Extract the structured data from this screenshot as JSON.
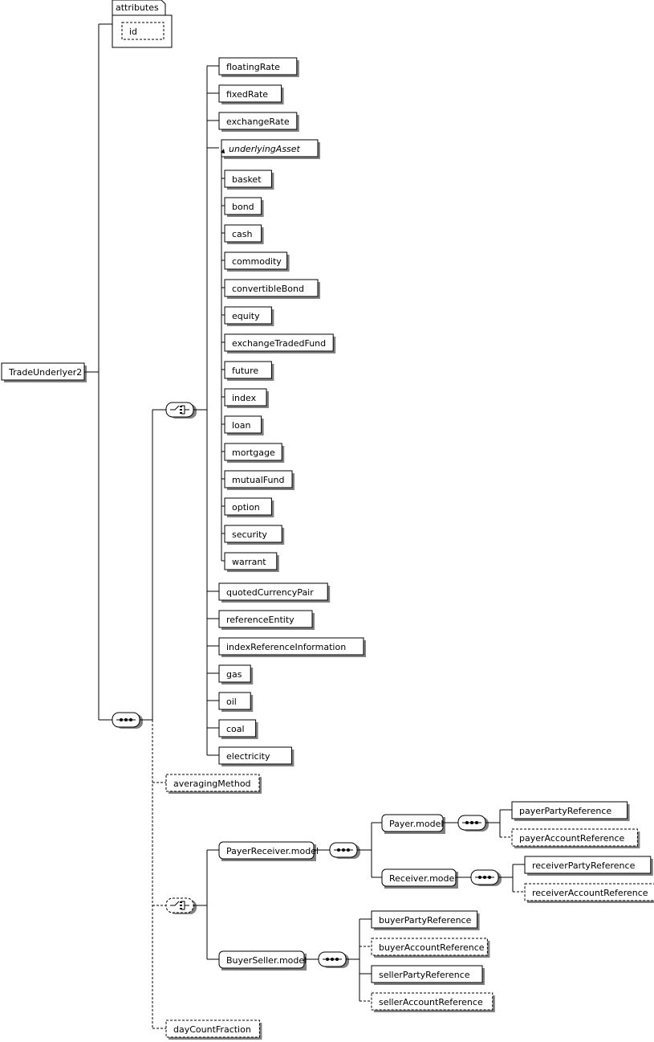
{
  "root": {
    "label": "TradeUnderlyer2"
  },
  "attributes": {
    "title": "attributes",
    "items": [
      "id"
    ]
  },
  "choice1": {
    "before": [
      "floatingRate",
      "fixedRate",
      "exchangeRate"
    ],
    "abstract": "underlyingAsset",
    "substitutes": [
      "basket",
      "bond",
      "cash",
      "commodity",
      "convertibleBond",
      "equity",
      "exchangeTradedFund",
      "future",
      "index",
      "loan",
      "mortgage",
      "mutualFund",
      "option",
      "security",
      "warrant"
    ],
    "after": [
      "quotedCurrencyPair",
      "referenceEntity",
      "indexReferenceInformation",
      "gas",
      "oil",
      "coal",
      "electricity"
    ]
  },
  "optional": {
    "averagingMethod": "averagingMethod",
    "dayCountFraction": "dayCountFraction"
  },
  "choice2": {
    "payerReceiver": {
      "label": "PayerReceiver.model",
      "payer": {
        "label": "Payer.model",
        "children": [
          "payerPartyReference",
          "payerAccountReference"
        ]
      },
      "receiver": {
        "label": "Receiver.model",
        "children": [
          "receiverPartyReference",
          "receiverAccountReference"
        ]
      }
    },
    "buyerSeller": {
      "label": "BuyerSeller.model",
      "children": [
        "buyerPartyReference",
        "buyerAccountReference",
        "sellerPartyReference",
        "sellerAccountReference"
      ]
    }
  }
}
